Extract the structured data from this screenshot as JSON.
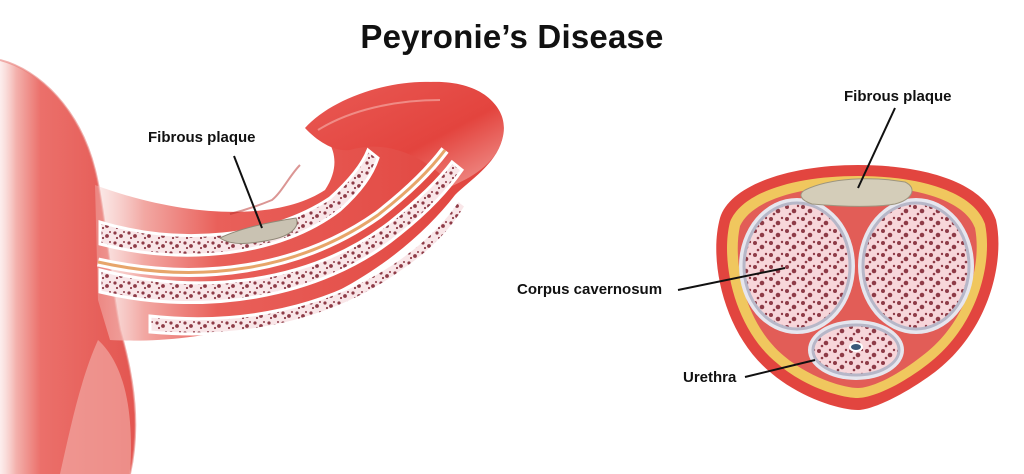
{
  "title": "Peyronie’s Disease",
  "labels": {
    "side_fibrous_plaque": "Fibrous plaque",
    "cross_fibrous_plaque": "Fibrous plaque",
    "corpus_cavernosum": "Corpus cavernosum",
    "urethra": "Urethra"
  },
  "colors": {
    "skin_red": "#e2453f",
    "skin_light": "#f3a5a0",
    "tissue_pink": "#f7d3d8",
    "sponge_dark": "#8e3b47",
    "plaque": "#c9c2b2",
    "outer_ring_yellow": "#f0c75e",
    "text": "#111111"
  },
  "icons": [
    "penis-side-cutaway-illustration",
    "penis-cross-section-illustration"
  ]
}
